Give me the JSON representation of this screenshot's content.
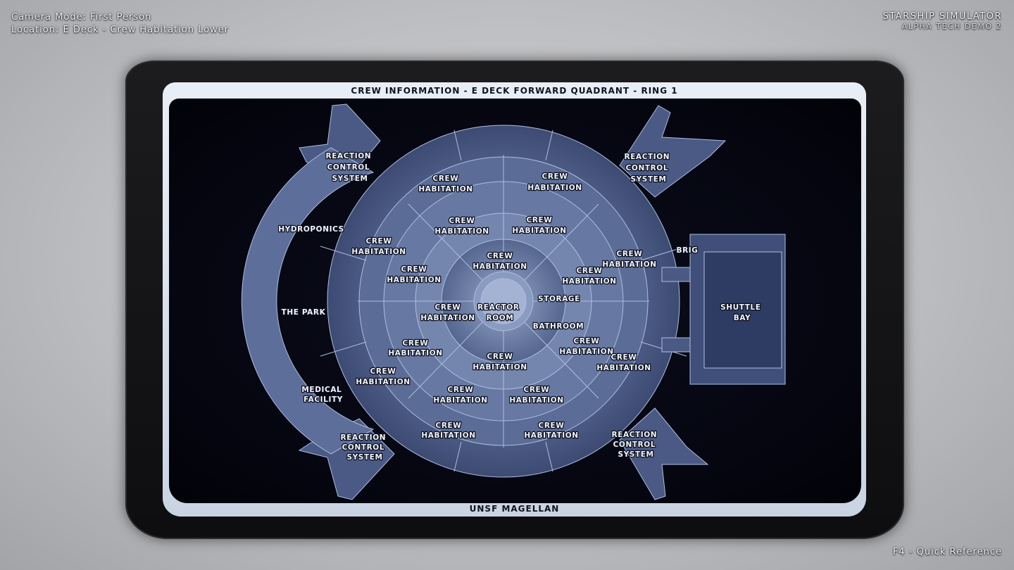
{
  "hud": {
    "camera_mode": "Camera Mode:  First Person",
    "location": "Location:  E Deck - Crew Habitation Lower",
    "game_title": "STARSHIP SIMULATOR",
    "game_subtitle": "ALPHA TECH DEMO 2",
    "quick_reference": "F4 - Quick Reference"
  },
  "display": {
    "header": "CREW INFORMATION - E DECK FORWARD QUADRANT - RING 1",
    "footer": "UNSF MAGELLAN"
  },
  "map": {
    "rcs_top_left": [
      "REACTION",
      "CONTROL",
      "SYSTEM"
    ],
    "rcs_top_right": [
      "REACTION",
      "CONTROL",
      "SYSTEM"
    ],
    "rcs_bottom_left": [
      "REACTION",
      "CONTROL",
      "SYSTEM"
    ],
    "rcs_bottom_right": [
      "REACTION",
      "CONTROL",
      "SYSTEM"
    ],
    "hydroponics": "HYDROPONICS",
    "the_park": "THE PARK",
    "medical": [
      "MEDICAL",
      "FACILITY"
    ],
    "brig": "BRIG",
    "shuttle_bay": [
      "SHUTTLE",
      "BAY"
    ],
    "reactor": [
      "REACTOR",
      "ROOM"
    ],
    "storage": "STORAGE",
    "bathroom": "BATHROOM",
    "crew_top": [
      "CREW",
      "HABITATION"
    ]
  }
}
